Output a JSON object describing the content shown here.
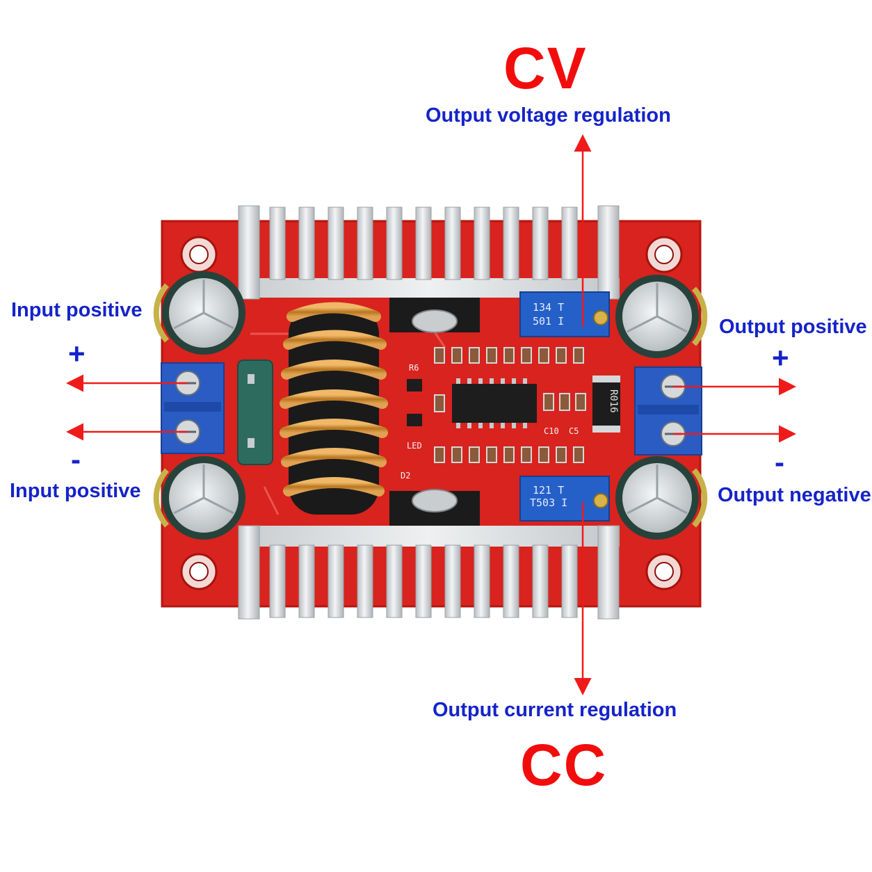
{
  "labels": {
    "cv_title": "CV",
    "cv_caption": "Output voltage regulation",
    "cc_title": "CC",
    "cc_caption": "Output current regulation",
    "input_top": "Input positive",
    "input_bottom": "Input positive",
    "output_top": "Output positive",
    "output_bottom": "Output negative",
    "plus_left": "+",
    "minus_left": "-",
    "plus_right": "+",
    "minus_right": "-"
  },
  "board_markings": {
    "pot_top_line1": "134 T",
    "pot_top_line2": "501 I",
    "pot_bottom_line1": "121 T",
    "pot_bottom_line2": "T503 I",
    "shunt_resistor": "R016",
    "ref_r6": "R6",
    "ref_c10": "C10",
    "ref_c5": "C5",
    "ref_led": "LED",
    "ref_d2": "D2"
  },
  "colors": {
    "pcb": "#d8231e",
    "heatsink": "#d9dcde",
    "terminal": "#2a5cc4",
    "capacitor": "#27423a",
    "coil": "#c98a3a",
    "arrow": "#ef1b1b",
    "label_blue": "#1523c9",
    "title_red": "#f20d0d"
  }
}
